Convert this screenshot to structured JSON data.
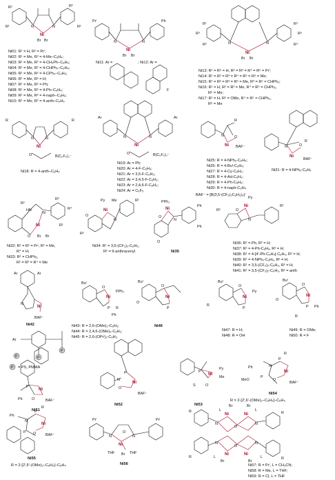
{
  "header": {
    "ni01_10": [
      "Ni01: R¹ = H, R² = Prⁱ;",
      "Ni02: R¹ = Me, R² = 4-Me–C₆H₄;",
      "Ni03: R¹ = Me, R² = 4-CH₂Ph–C₆H₄;",
      "Ni04: R¹ = Me, R² = 4-CHPh₂–C₆H₄;",
      "Ni05: R¹ = Me, R² = 4-CPh₃–C₆H₄;",
      "Ni06: R¹ = Me, R² = H;",
      "Ni07: R¹ = Me, R² = Ph;",
      "Ni08: R¹ = Me, R² = 4-Ph–C₆H₄;",
      "Ni09: R¹ = Me, R² = 4-naph–C₆H₄;",
      "Ni10: R¹ = Me, R² = 4-anth–C₆H₄"
    ],
    "ni11_12": [
      "Ni11: Ar =",
      "; Ni12: Ar ="
    ],
    "ni13_17": [
      "Ni13: R¹ = R⁶ = H, R² = R³ = R⁴ = R⁵ = Prⁱ;",
      "Ni14: R¹ = R² = R³ = R⁴ = R⁵ = R⁶ = Me;",
      "Ni15: R¹ = R² = R³ = R⁶ = Me, R³ = R⁵ = CHPh₂;",
      "Ni16: R¹ = H, R² = R³ = Me, R⁴ = R⁵ = CHPh₂,",
      "R⁶ = Me;",
      "Ni17: R¹ = H, R² = OMe, R⁴ = R⁵ = CHPh₂,",
      "R⁶ = Me"
    ],
    "ni18": "Ni18: R = 4-anth–C₆H₄",
    "ni19_24": [
      "Ni19: Ar = Ph;",
      "Ni20: Ar = 4-F-C₆H₄;",
      "Ni21: Ar = 3,5-F-C₆H₃;",
      "Ni22: Ar = 3,4,5-F-C₆H₂;",
      "Ni23: Ar = 2,4,6-F-C₆H₂;",
      "Ni24: Ar = C₆F₅"
    ],
    "ni25_30": [
      "Ni25: R = 4-NPh₂-C₆H₄;",
      "Ni26: R = 4-Buᵗ-C₆H₄;",
      "Ni27: R = 4-Cy-C₆H₄;",
      "Ni28: R = 4-Ad-C₆H₄;",
      "Ni29: R = 4-Ph-C₆H₄;",
      "Ni30: R = 4-naph-C₆H₄",
      "BAF⁻ = [B(3,5-(CF₃)₂C₆H₃)₄]⁻"
    ],
    "ni31": "Ni31: R = 4-NPh₂-C₆H₄",
    "ni32_33": [
      "Ni32: R¹ = R² = Prⁱ, R² = Me,",
      "R⁴ = H;",
      "Ni33: R¹ = CHPh₂,",
      "R² = R³ = R⁴ = Me"
    ],
    "ni34": [
      "Ni34: R¹ = 3,5-(CF₃)₂-C₆H₃,",
      "R² = 9-anthracenyl"
    ],
    "ni35": "Ni35",
    "ni36_41": [
      "Ni36: R¹ = Ph, R² = H;",
      "Ni37: R¹ = 4-Ph-C₆H₄, R² = H;",
      "Ni38: R¹ = 4-[4'-Ph-C₆H₄]-C₆H₄, R² = H;",
      "Ni39: R¹ = 4-NPh₂-C₆H₄, R² = H;",
      "Ni40: R¹ = 3,5-(CF₃)₂-C₆H₃, R² = H;",
      "Ni41: R¹ = 3,5-(CF₃)₂-C₆H₃, R² = anth"
    ],
    "ni42": "Ni42",
    "ps": "= PS, PMMA",
    "ni43_45": [
      "Ni43: R = 2,6-(OMe)₂-C₆H₃;",
      "Ni44: R = 2,4,6-(OMe)₃-C₆H₂;",
      "Ni45: R = 2,6-(OPrⁱ)₂-C₆H₃"
    ],
    "ni46": "Ni46",
    "ni47_48": [
      "Ni47: R = H;",
      "Ni48: R = OH"
    ],
    "ni49_50": [
      "Ni49: R = OMe;",
      "Ni50: R = F"
    ],
    "ni51": "Ni51",
    "ni52": "Ni52",
    "ni53": "Ni53",
    "ni54": [
      "Ni54",
      "R = 2-[2',6'-(OMe)₂–C₆H₃]–C₆H₄"
    ],
    "ni55": [
      "Ni55",
      "R = 2-[2',6'-(OMe)₂–C₆H₃]–C₆H₄"
    ],
    "ni56": "Ni56",
    "ni57_59": [
      "Ni57: R = Prⁱ, L = CH₃CN;",
      "Ni58: R = Me, L = THF;",
      "Ni59: R = Cl, L = THF"
    ]
  },
  "atoms": {
    "ni": "Ni",
    "n": "N",
    "o": "O",
    "br": "Br",
    "p": "P",
    "py": "Py",
    "pph3": "PPh₃",
    "baf": "BAF⁻",
    "me": "Me",
    "thf": "THF",
    "bc6f5": "B(C₆F₅)₃⁻",
    "ph": "Ph",
    "but": "Buᵗ",
    "l": "L",
    "hn": "HN",
    "pri": "Prⁱ",
    "ar": "Ar",
    "r": "R",
    "r1": "R¹",
    "r2": "R²",
    "r3": "R³",
    "r4": "R⁴",
    "r5": "R⁵",
    "r6": "R⁶",
    "p_circle": "P",
    "so3": "S",
    "ome": "MeO",
    "f": "F"
  }
}
